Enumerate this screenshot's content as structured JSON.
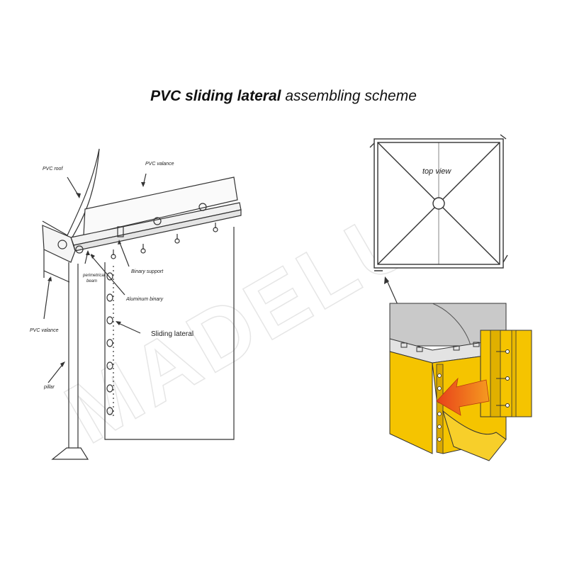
{
  "title": {
    "bold_part": "PVC sliding lateral",
    "regular_part": "assembling scheme"
  },
  "labels": {
    "pvc_roof": "PVC roof",
    "pvc_valance_top": "PVC valance",
    "perimetrical_beam_1": "perimetrical",
    "perimetrical_beam_2": "beam",
    "binary_support": "Binary support",
    "aluminum_binary": "Aluminum binary",
    "sliding_lateral": "Sliding lateral",
    "pvc_valance_side": "PVC valance",
    "pillar": "pillar",
    "top_view": "top view"
  },
  "watermark": "MADELUX",
  "colors": {
    "line": "#333333",
    "yellow": "#f5c400",
    "yellow_dark": "#d9a800",
    "roof_gray": "#c8c8c8",
    "arrow_red": "#e8401a",
    "arrow_orange": "#f59a20"
  }
}
